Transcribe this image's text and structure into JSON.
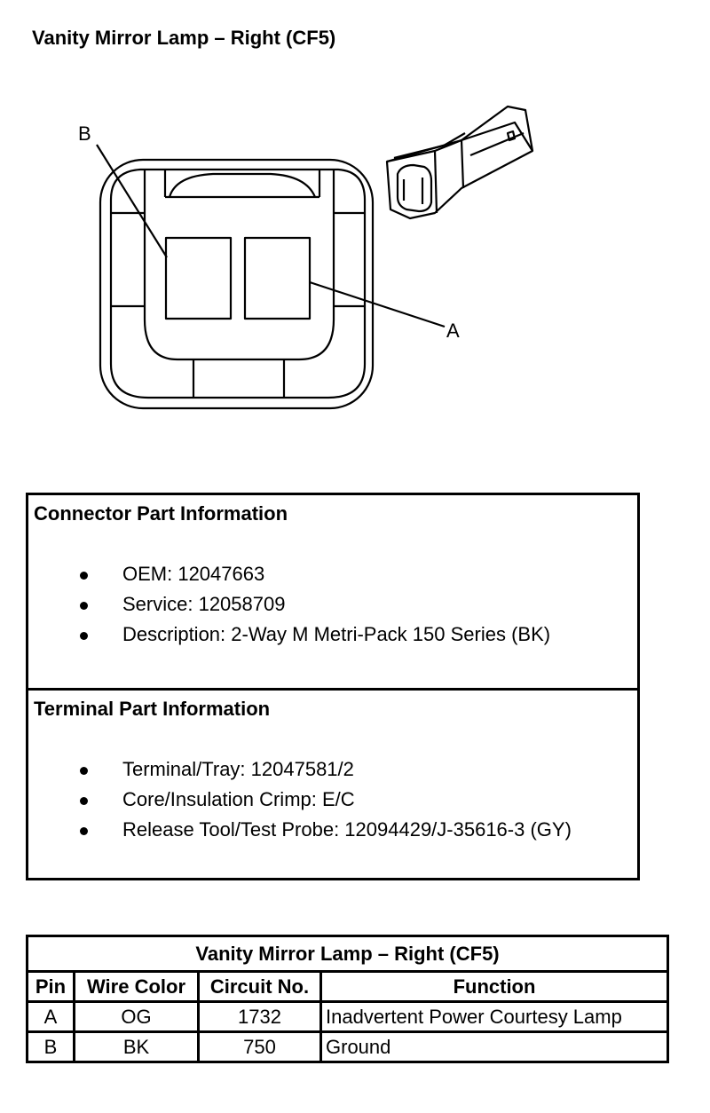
{
  "page": {
    "title": "Vanity Mirror Lamp – Right (CF5)"
  },
  "diagram": {
    "label_a": "A",
    "label_b": "B"
  },
  "connector_info": {
    "heading": "Connector Part Information",
    "items": [
      "OEM: 12047663",
      "Service: 12058709",
      "Description: 2-Way M Metri-Pack 150 Series (BK)"
    ]
  },
  "terminal_info": {
    "heading": "Terminal Part Information",
    "items": [
      "Terminal/Tray: 12047581/2",
      "Core/Insulation Crimp: E/C",
      "Release Tool/Test Probe: 12094429/J-35616-3 (GY)"
    ]
  },
  "pin_table": {
    "caption": "Vanity Mirror Lamp – Right (CF5)",
    "headers": [
      "Pin",
      "Wire Color",
      "Circuit No.",
      "Function"
    ],
    "rows": [
      [
        "A",
        "OG",
        "1732",
        "Inadvertent Power Courtesy Lamp"
      ],
      [
        "B",
        "BK",
        "750",
        "Ground"
      ]
    ]
  }
}
